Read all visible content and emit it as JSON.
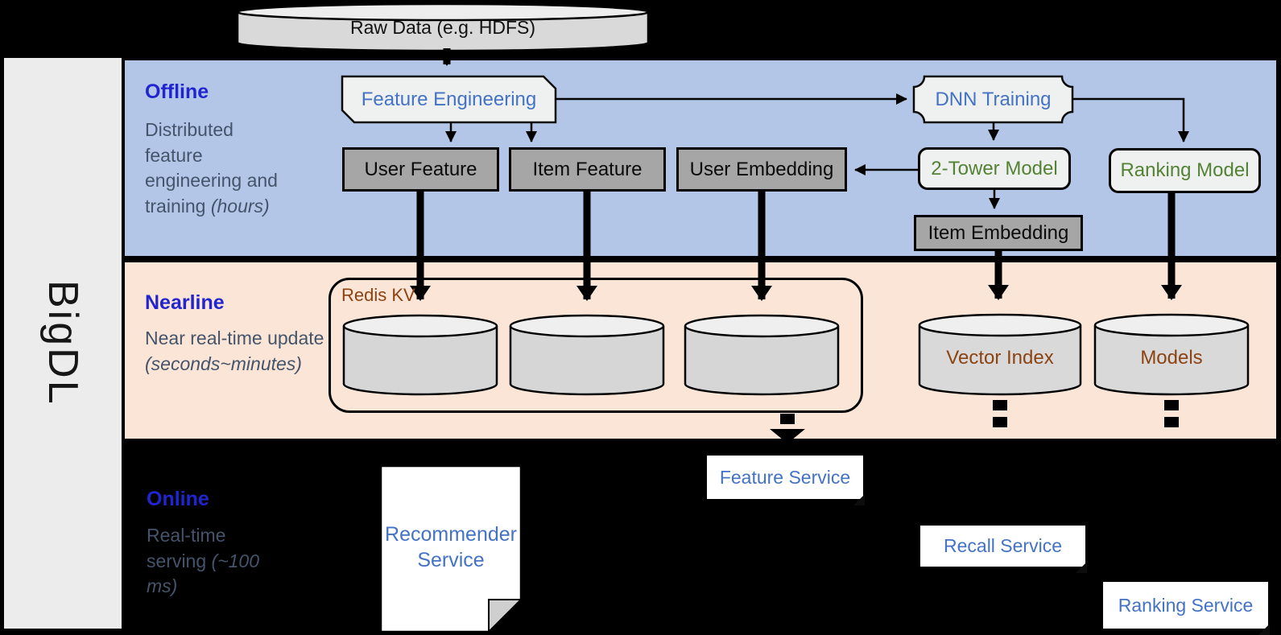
{
  "brand": {
    "label": "BigDL"
  },
  "source": {
    "label": "Raw Data (e.g. HDFS)"
  },
  "sections": {
    "offline": {
      "title": "Offline",
      "desc": "Distributed feature engineering and training ",
      "desc_italic": "(hours)"
    },
    "nearline": {
      "title": "Nearline",
      "desc": "Near real-time update ",
      "desc_italic": "(seconds~minutes)"
    },
    "online": {
      "title": "Online",
      "desc": "Real-time serving ",
      "desc_italic": "(~100 ms)"
    }
  },
  "offline": {
    "feature_engineering": "Feature Engineering",
    "dnn_training": "DNN Training",
    "user_feature": "User Feature",
    "item_feature": "Item Feature",
    "user_embedding": "User Embedding",
    "two_tower_model": "2-Tower Model",
    "ranking_model": "Ranking Model",
    "item_embedding": "Item Embedding"
  },
  "nearline": {
    "redis_kv": "Redis KV",
    "vector_index": "Vector Index",
    "models": "Models"
  },
  "online": {
    "recommender_service": "Recommender Service",
    "feature_service": "Feature Service",
    "recall_service": "Recall Service",
    "ranking_service": "Ranking Service"
  },
  "colors": {
    "background": "#000000",
    "band_offline": "#b3c6e7",
    "band_nearline": "#fbe5d6",
    "sidebar": "#ececec",
    "section_title_blue": "#2125cf",
    "section_desc_gray": "#44546a",
    "node_text_blue": "#4472c4",
    "model_text_green": "#548235",
    "store_text_brown": "#8c4313",
    "dark_box_gray": "#a6a6a6",
    "light_shape_gray": "#eff1f0",
    "cylinder_gray": "#d6d6d6"
  }
}
